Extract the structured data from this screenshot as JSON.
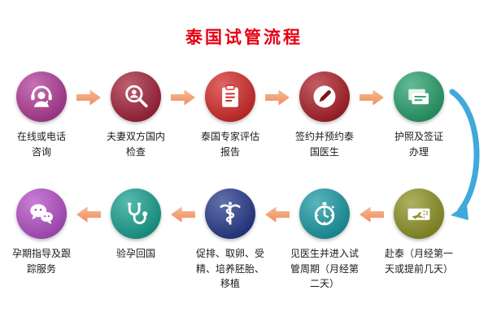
{
  "title": "泰国试管流程",
  "title_color": "#e60012",
  "arrow_color": "#ef9468",
  "curve_arrow_color": "#3fa9dc",
  "steps": [
    {
      "label": "在线或电话\n咨询",
      "color": "#b23a97",
      "icon": "headset-icon"
    },
    {
      "label": "夫妻双方国内\n检查",
      "color": "#a32239",
      "icon": "magnifier-person-icon"
    },
    {
      "label": "泰国专家评估\n报告",
      "color": "#d42a28",
      "icon": "clipboard-icon"
    },
    {
      "label": "签约并预约泰\n国医生",
      "color": "#ac1f27",
      "icon": "pen-sign-icon"
    },
    {
      "label": "护照及签证\n办理",
      "color": "#27a06a",
      "icon": "passport-icon"
    },
    {
      "label": "赴泰（月经第一\n天或提前几天）",
      "color": "#8e9224",
      "icon": "plane-ticket-icon"
    },
    {
      "label": "见医生并进入试\n管周期（月经第\n二天）",
      "color": "#1a99a3",
      "icon": "stopwatch-icon"
    },
    {
      "label": "促排、取卵、受\n精、培养胚胎、\n移植",
      "color": "#26398b",
      "icon": "caduceus-icon"
    },
    {
      "label": "验孕回国",
      "color": "#17a08f",
      "icon": "stethoscope-icon"
    },
    {
      "label": "孕期指导及跟\n踪服务",
      "color": "#b44ec6",
      "icon": "wechat-icon"
    }
  ]
}
